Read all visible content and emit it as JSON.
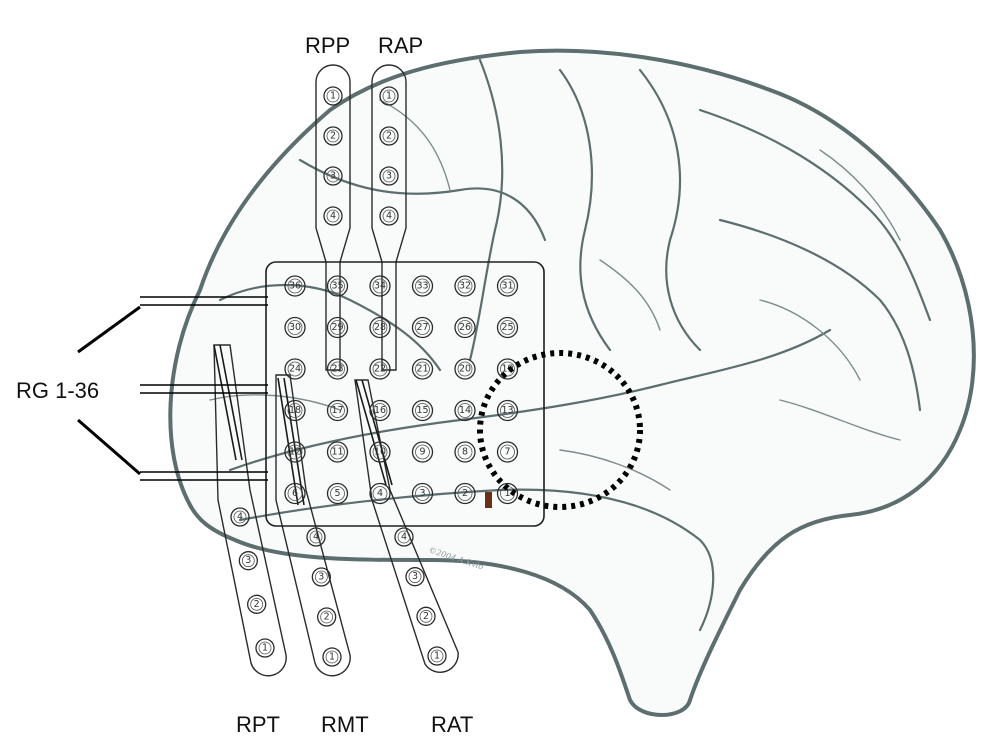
{
  "labels": {
    "rpp": "RPP",
    "rap": "RAP",
    "grid": "RG 1-36",
    "rpt": "RPT",
    "rmt": "RMT",
    "rat": "RAT"
  },
  "credit": "©2004 A.Kvlo",
  "strips": {
    "RPP": [
      "1",
      "2",
      "3",
      "4"
    ],
    "RAP": [
      "1",
      "2",
      "3",
      "4"
    ],
    "RPT": [
      "4",
      "3",
      "2",
      "1"
    ],
    "RMT": [
      "4",
      "3",
      "2",
      "1"
    ],
    "RAT": [
      "4",
      "3",
      "2",
      "1"
    ]
  },
  "grid": {
    "rows": [
      [
        "36",
        "35",
        "34",
        "33",
        "32",
        "31"
      ],
      [
        "30",
        "29",
        "28",
        "27",
        "26",
        "25"
      ],
      [
        "24",
        "23",
        "22",
        "21",
        "20",
        "19"
      ],
      [
        "18",
        "17",
        "16",
        "15",
        "14",
        "13"
      ],
      [
        "12",
        "11",
        "10",
        "9",
        "8",
        "7"
      ],
      [
        "6",
        "5",
        "4",
        "3",
        "2",
        "1"
      ]
    ]
  },
  "colors": {
    "brain_outline": "#5d6e6e",
    "electrode_marker": "#6b2e16",
    "region_outline": "#000000"
  }
}
